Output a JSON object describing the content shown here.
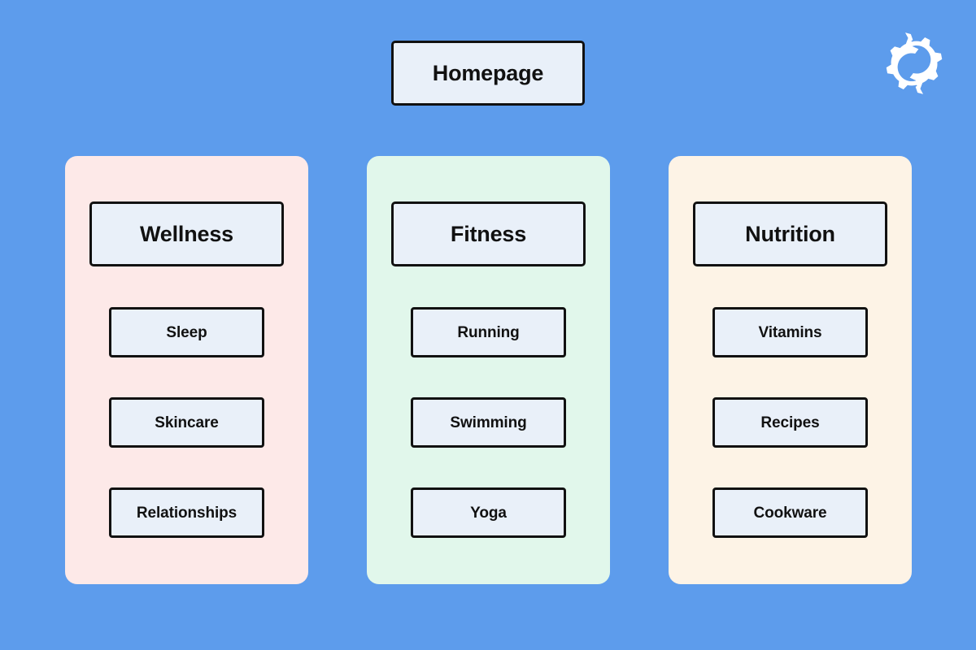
{
  "page": {
    "background_color": "#5D9CEC",
    "node_fill_color": "#E9F0F9",
    "node_border_color": "#111111"
  },
  "logo": {
    "icon": "interlocking-gears-icon",
    "color": "#FFFFFF"
  },
  "root": {
    "label": "Homepage"
  },
  "columns": [
    {
      "panel_color": "#FDE9E8",
      "header": {
        "label": "Wellness"
      },
      "items": [
        {
          "label": "Sleep"
        },
        {
          "label": "Skincare"
        },
        {
          "label": "Relationships"
        }
      ]
    },
    {
      "panel_color": "#E1F7EB",
      "header": {
        "label": "Fitness"
      },
      "items": [
        {
          "label": "Running"
        },
        {
          "label": "Swimming"
        },
        {
          "label": "Yoga"
        }
      ]
    },
    {
      "panel_color": "#FDF3E6",
      "header": {
        "label": "Nutrition"
      },
      "items": [
        {
          "label": "Vitamins"
        },
        {
          "label": "Recipes"
        },
        {
          "label": "Cookware"
        }
      ]
    }
  ]
}
